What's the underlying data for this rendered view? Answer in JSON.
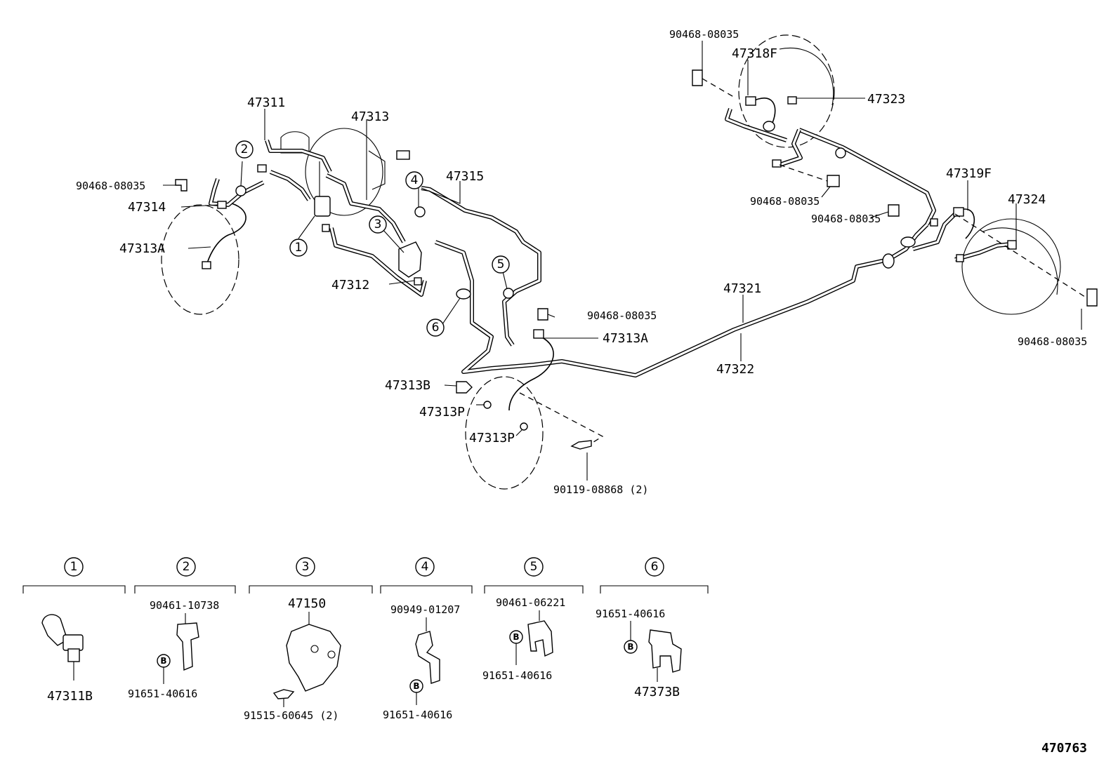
{
  "labels": {
    "p_90468_08035": "90468-08035",
    "p_47318F": "47318F",
    "p_47323": "47323",
    "p_47311": "47311",
    "p_47313": "47313",
    "p_47315": "47315",
    "p_47314": "47314",
    "p_47313A": "47313A",
    "p_47312": "47312",
    "p_47319F": "47319F",
    "p_47324": "47324",
    "p_47321": "47321",
    "p_47322": "47322",
    "p_47313B": "47313B",
    "p_47313P": "47313P",
    "p_90119_08868": "90119-08868 (2)"
  },
  "callouts": [
    "1",
    "2",
    "3",
    "4",
    "5",
    "6"
  ],
  "details": [
    {
      "num": "1",
      "parts": [
        "47311B"
      ]
    },
    {
      "num": "2",
      "parts": [
        "90461-10738",
        "91651-40616"
      ]
    },
    {
      "num": "3",
      "parts": [
        "47150",
        "91515-60645 (2)"
      ]
    },
    {
      "num": "4",
      "parts": [
        "90949-01207",
        "91651-40616"
      ]
    },
    {
      "num": "5",
      "parts": [
        "90461-06221",
        "91651-40616"
      ]
    },
    {
      "num": "6",
      "parts": [
        "91651-40616",
        "47373B"
      ]
    }
  ],
  "bolt_mark": "B",
  "figure_number": "470763"
}
